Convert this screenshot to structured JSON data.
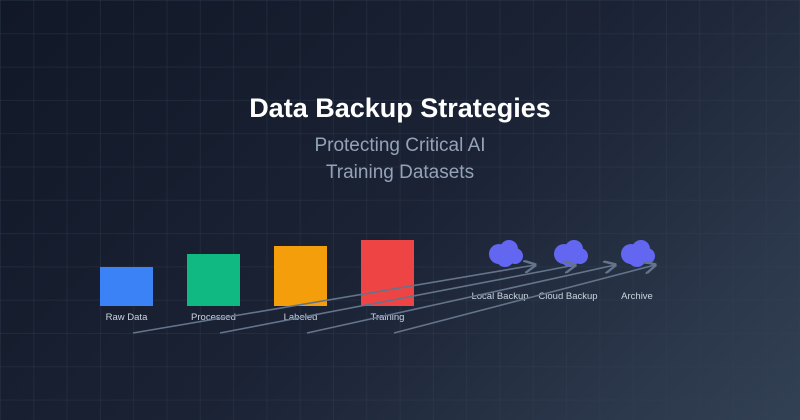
{
  "title": "Data Backup Strategies",
  "subtitle_lines": [
    "Protecting Critical AI",
    "Training Datasets"
  ],
  "stages": [
    {
      "label": "Raw Data",
      "color": "#3b82f6"
    },
    {
      "label": "Processed",
      "color": "#10b981"
    },
    {
      "label": "Labeled",
      "color": "#f59e0b"
    },
    {
      "label": "Training",
      "color": "#ef4444"
    }
  ],
  "targets": [
    {
      "label": "Local Backup",
      "color": "#6366f1",
      "icon": "cloud-icon"
    },
    {
      "label": "Cloud Backup",
      "color": "#6366f1",
      "icon": "cloud-icon"
    },
    {
      "label": "Archive",
      "color": "#6366f1",
      "icon": "cloud-icon"
    }
  ],
  "arrow_color": "#64748b"
}
